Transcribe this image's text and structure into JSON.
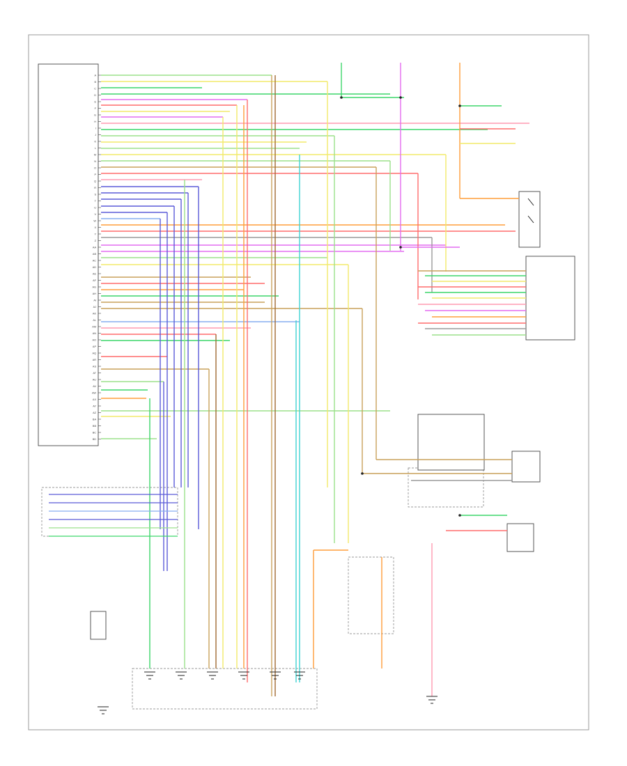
{
  "diagram": {
    "pcm_pins": [
      "A",
      "B",
      "C",
      "D",
      "E",
      "F",
      "G",
      "H",
      "I",
      "J",
      "K",
      "L",
      "M",
      "N",
      "O",
      "P",
      "Q",
      "R",
      "S",
      "T",
      "U",
      "V",
      "W",
      "X",
      "Y",
      "Z",
      "AA",
      "AB",
      "AC",
      "AD",
      "AE",
      "AF",
      "AG",
      "AH",
      "AI",
      "AJ",
      "AK",
      "AL",
      "AM",
      "AN",
      "AO",
      "AP",
      "AQ",
      "AR",
      "AS",
      "AT",
      "AU",
      "AV",
      "AW",
      "AX",
      "AY",
      "AZ",
      "BA",
      "BB",
      "BC",
      "BD"
    ],
    "wire_colors": {
      "red": "#ff6b6b",
      "green": "#3cd66a",
      "yellow": "#f2ea6a",
      "blue": "#5a5ad8",
      "violet": "#e36bf0",
      "orange": "#ff9d3a",
      "tan": "#c9a15a",
      "lightgreen": "#9be08a",
      "cyan": "#3fd3d3",
      "pink": "#ff9ab0",
      "brown": "#a06a32",
      "gray": "#9a9a9a",
      "lightblue": "#86aef0"
    },
    "icons": [
      "ground-symbol-icon",
      "connector-pin-icon",
      "switch-contact-icon",
      "solenoid-coil-icon",
      "splice-dot-icon"
    ]
  }
}
